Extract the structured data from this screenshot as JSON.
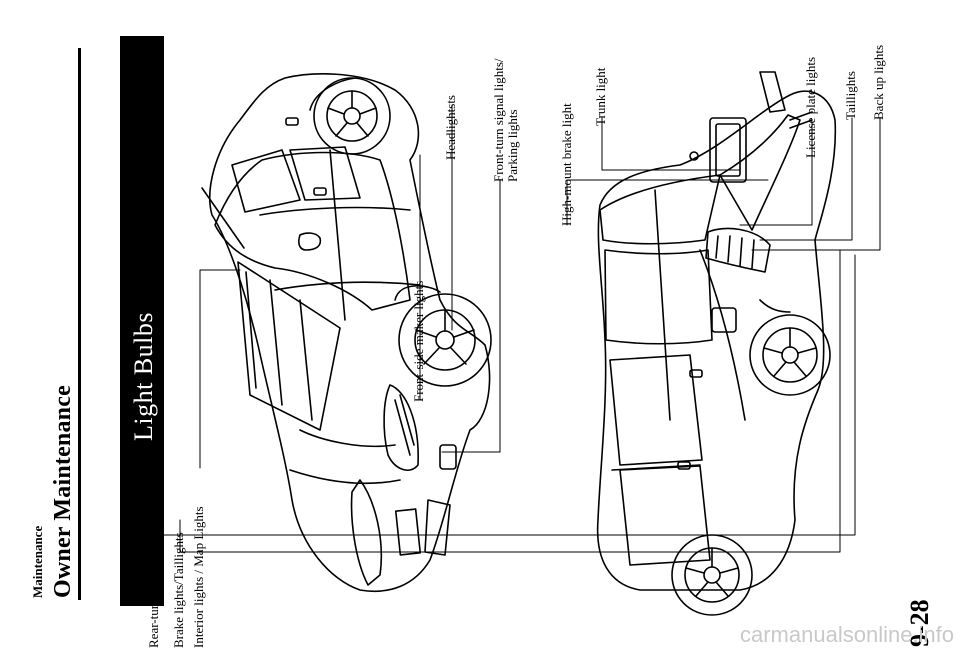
{
  "header": {
    "section": "Maintenance",
    "title": "Owner Maintenance"
  },
  "band": {
    "title": "Light Bulbs"
  },
  "labels": {
    "interior": "Interior lights / Map Lights",
    "front_side_marker": "Front-side maker lights",
    "headlights": "Headlightsts",
    "front_turn_line1": "Front-turn signal lights/",
    "front_turn_line2": "Parking lights",
    "high_mount": "High-mount brake light",
    "trunk": "Trunk light",
    "license": "License plate lights",
    "taillights": "Taillights",
    "backup": "Back up lights",
    "rear_turn": "Rear-turn signal lights",
    "brake": "Brake lights/Taillights"
  },
  "footer": {
    "page_number": "9-28",
    "watermark": "carmanualsonline.info"
  }
}
